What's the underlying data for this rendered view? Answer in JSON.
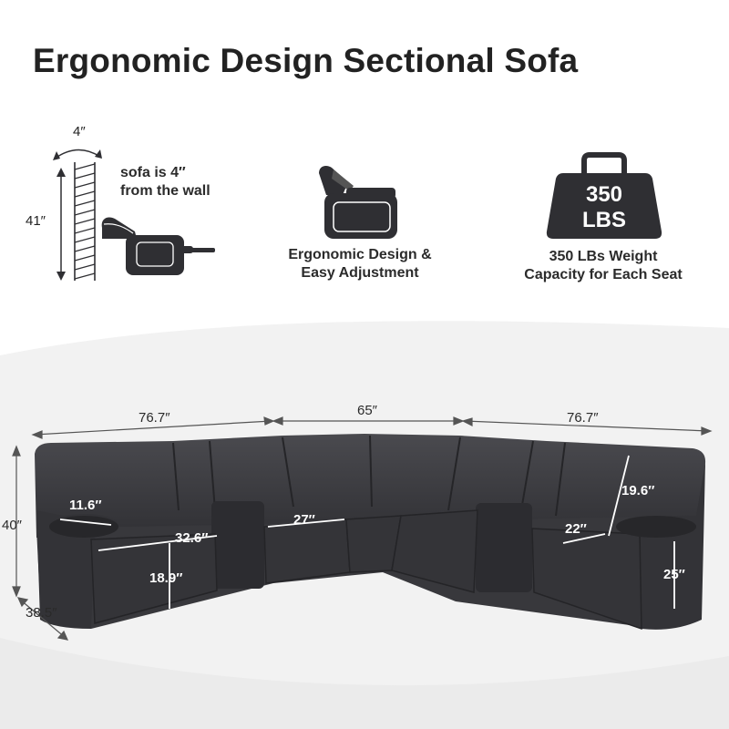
{
  "title": "Ergonomic Design Sectional Sofa",
  "features": {
    "wall": {
      "gap_label": "4″",
      "height_label": "41″",
      "text_line1": "sofa is 4″",
      "text_line2": "from the wall"
    },
    "ergonomic": {
      "line1": "Ergonomic Design &",
      "line2": "Easy Adjustment"
    },
    "weight": {
      "badge_number": "350",
      "badge_unit": "LBS",
      "line1": "350 LBs Weight",
      "line2": "Capacity for Each Seat"
    }
  },
  "dimensions": {
    "left_width": "76.7″",
    "middle_width": "65″",
    "right_width": "76.7″",
    "height": "40″",
    "depth": "38.5″",
    "arm_width": "11.6″",
    "seat_width_left": "32.6″",
    "seat_width_mid": "27″",
    "seat_height": "18.9″",
    "back_height": "19.6″",
    "seat_depth": "22″",
    "arm_height": "25″"
  },
  "colors": {
    "sofa": "#3d3d41",
    "sofa_dark": "#2a2a2e",
    "icon": "#2f2f33"
  }
}
